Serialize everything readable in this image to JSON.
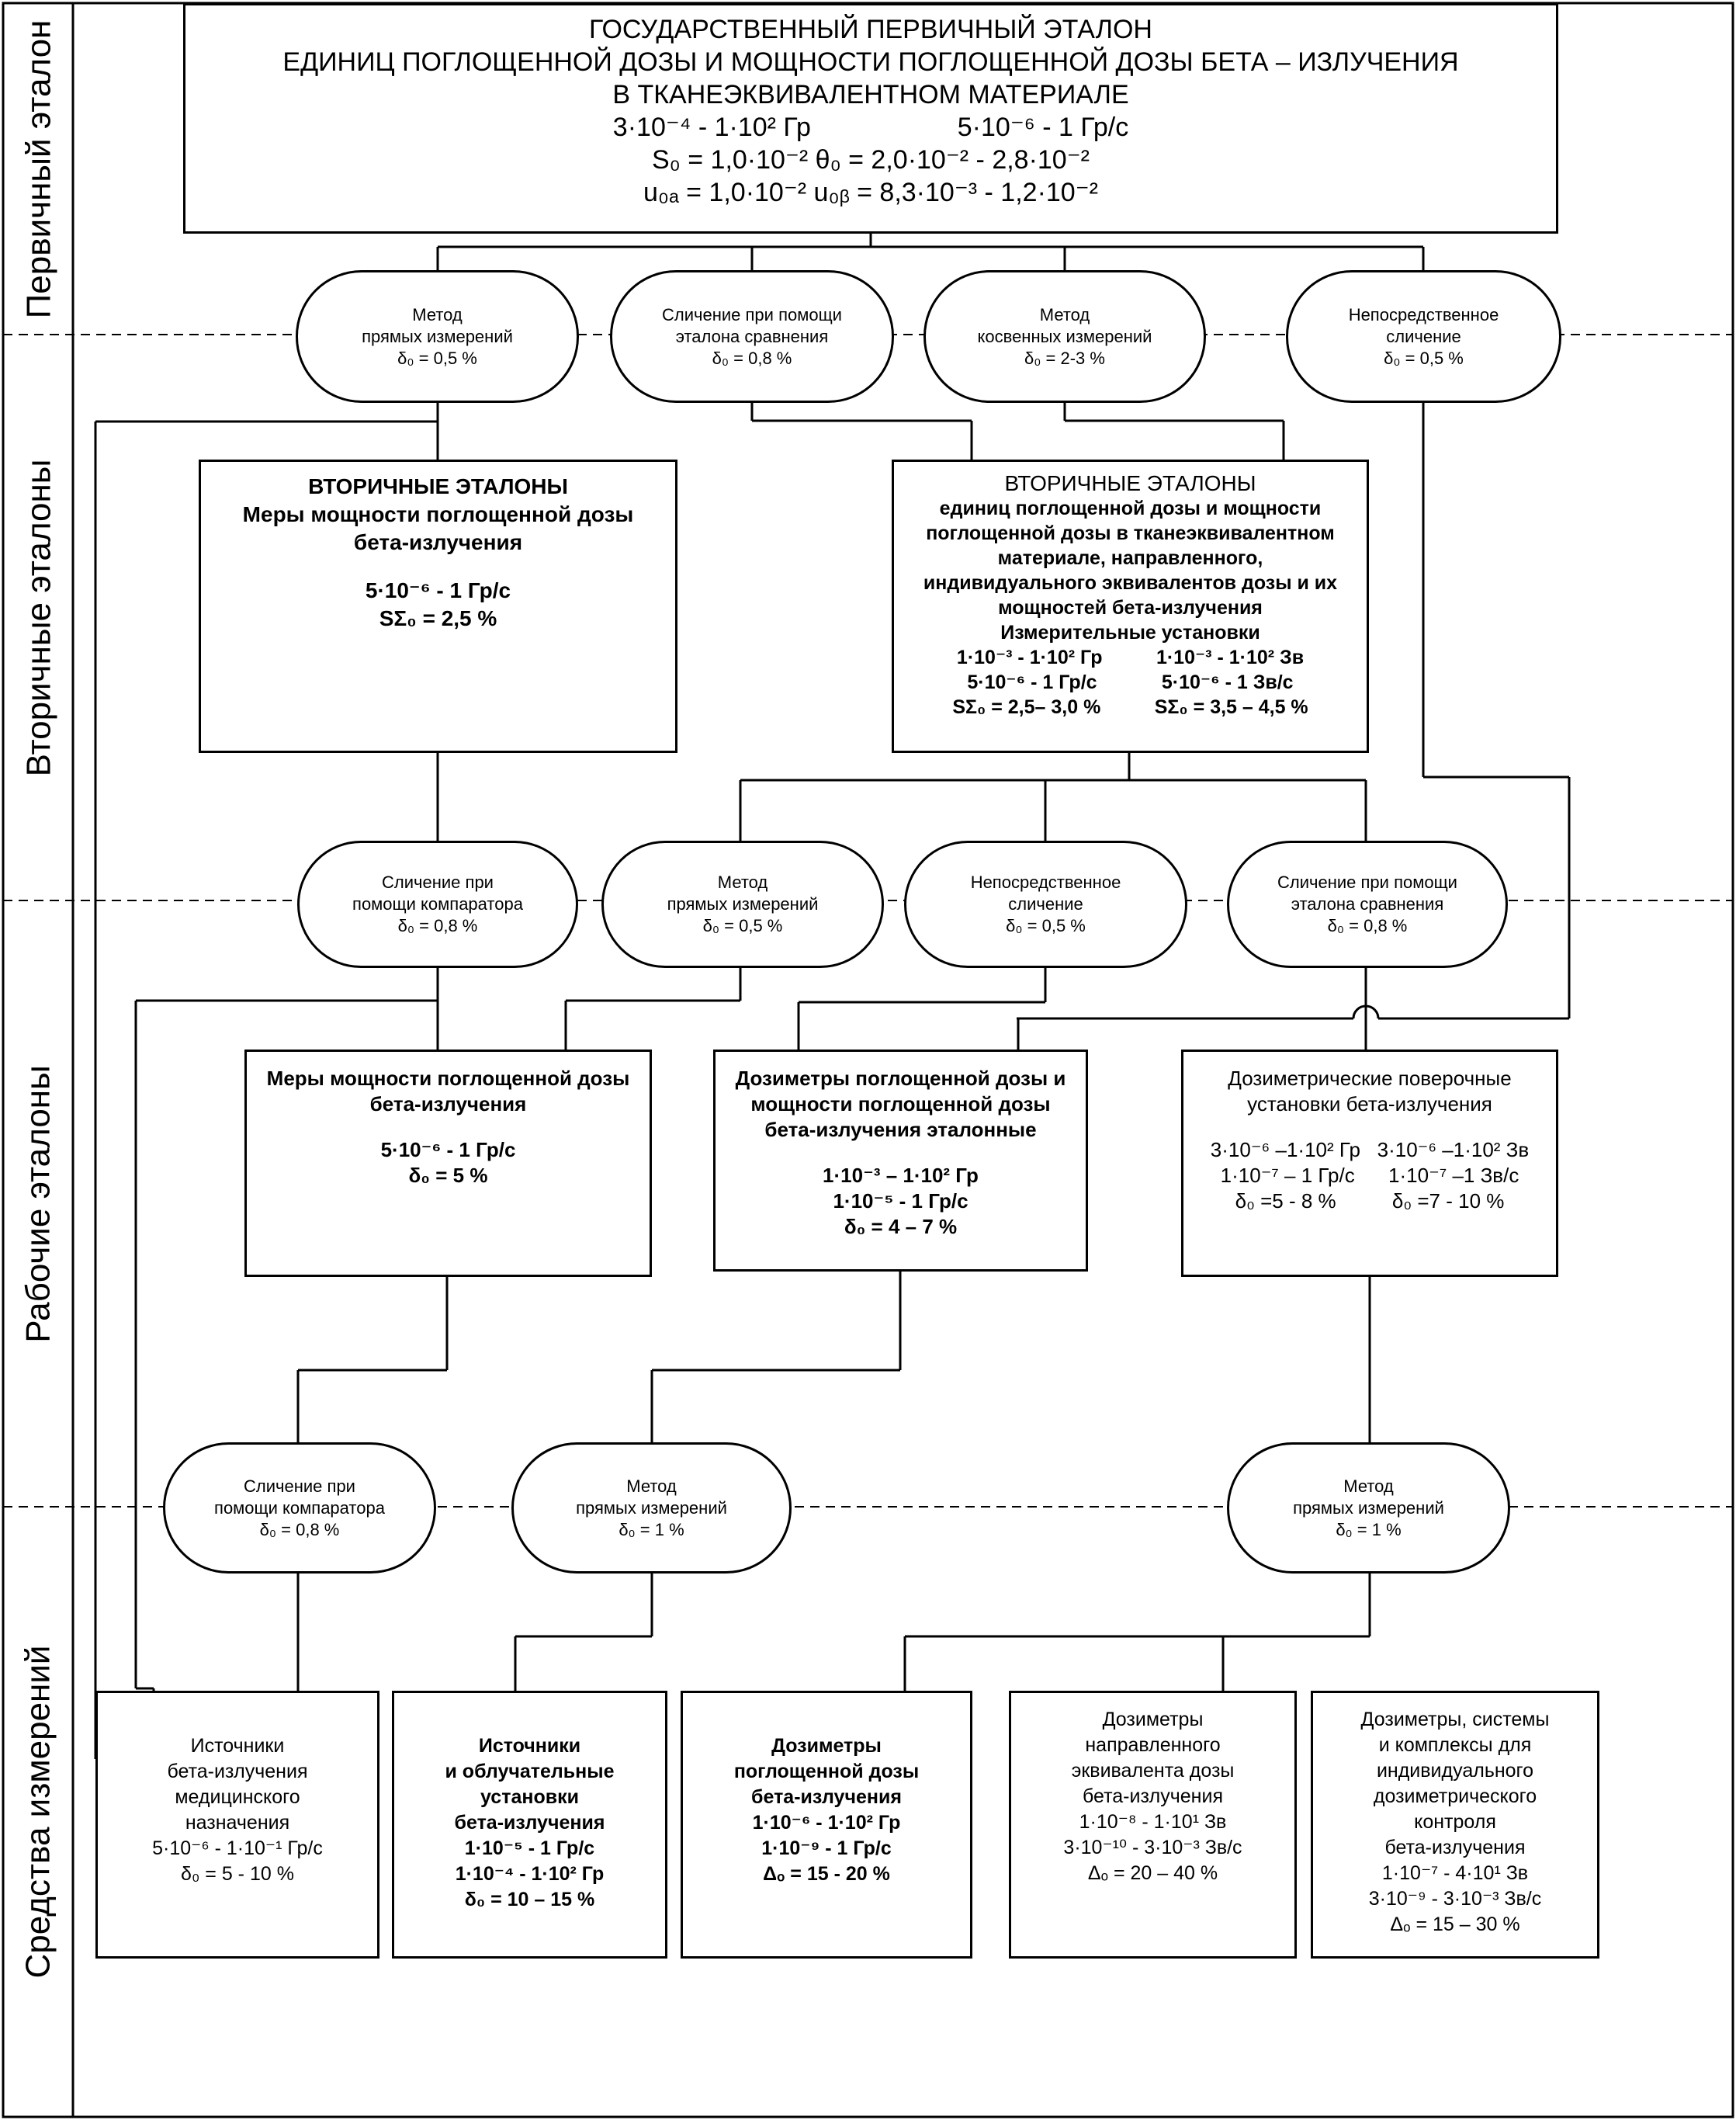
{
  "levels": {
    "primary": "Первичный эталон",
    "secondary": "Вторичные эталоны",
    "working": "Рабочие эталоны",
    "instruments": "Средства измерений"
  },
  "primary_standard": {
    "title_1": "ГОСУДАРСТВЕННЫЙ ПЕРВИЧНЫЙ ЭТАЛОН",
    "title_2": "ЕДИНИЦ ПОГЛОЩЕННОЙ ДОЗЫ И МОЩНОСТИ  ПОГЛОЩЕННОЙ ДОЗЫ БЕТА – ИЗЛУЧЕНИЯ",
    "title_3": "В ТКАНЕЭКВИВАЛЕНТНОМ МАТЕРИАЛЕ",
    "range": "3·10⁻⁴ - 1·10² Гр                    5·10⁻⁶ - 1 Гр/с",
    "s0": "S₀ = 1,0·10⁻²   θ₀ = 2,0·10⁻² - 2,8·10⁻²",
    "u": "u₀ₐ = 1,0·10⁻²   u₀ᵦ = 8,3·10⁻³ - 1,2·10⁻²"
  },
  "methods_top": [
    {
      "l1": "Метод",
      "l2": "прямых измерений",
      "l3": "δ₀ = 0,5 %"
    },
    {
      "l1": "Сличение при помощи",
      "l2": "эталона сравнения",
      "l3": "δ₀ = 0,8 %"
    },
    {
      "l1": "Метод",
      "l2": "косвенных измерений",
      "l3": "δ₀ = 2-3 %"
    },
    {
      "l1": "Непосредственное",
      "l2": "сличение",
      "l3": "δ₀ = 0,5 %"
    }
  ],
  "secondary_left": {
    "title": "ВТОРИЧНЫЕ ЭТАЛОНЫ",
    "l1": "Меры мощности поглощенной дозы",
    "l2": "бета-излучения",
    "range": "5·10⁻⁶ - 1 Гр/с",
    "s": "SΣ₀ = 2,5 %"
  },
  "secondary_right": {
    "title": "ВТОРИЧНЫЕ ЭТАЛОНЫ",
    "l1": "единиц поглощенной дозы и мощности",
    "l2": "поглощенной дозы в тканеэквивалентном",
    "l3": "материале, направленного,",
    "l4": "индивидуального эквивалентов дозы и их",
    "l5": "мощностей бета-излучения",
    "l6": "Измерительные установки",
    "r1": "1·10⁻³ - 1·10² Гр          1·10⁻³ - 1·10² Зв",
    "r2": "5·10⁻⁶ - 1 Гр/с            5·10⁻⁶ - 1 Зв/с",
    "r3": "SΣ₀ = 2,5– 3,0 %          SΣ₀ = 3,5 – 4,5 %"
  },
  "methods_mid": [
    {
      "l1": "Сличение при",
      "l2": "помощи компаратора",
      "l3": "δ₀ = 0,8 %"
    },
    {
      "l1": "Метод",
      "l2": "прямых измерений",
      "l3": "δ₀ = 0,5 %"
    },
    {
      "l1": "Непосредственное",
      "l2": "сличение",
      "l3": "δ₀ = 0,5 %"
    },
    {
      "l1": "Сличение при помощи",
      "l2": "эталона сравнения",
      "l3": "δ₀ = 0,8 %"
    }
  ],
  "working": [
    {
      "l1": "Меры мощности поглощенной дозы",
      "l2": "бета-излучения",
      "l3": "5·10⁻⁶ - 1 Гр/с",
      "l4": "δ₀ = 5  %"
    },
    {
      "l1": "Дозиметры поглощенной дозы и",
      "l2": "мощности поглощенной дозы",
      "l3": "бета-излучения эталонные",
      "l4": "1·10⁻³ – 1·10² Гр",
      "l5": "1·10⁻⁵ - 1 Гр/с",
      "l6": "δ₀ = 4 – 7 %"
    },
    {
      "l1": "Дозиметрические поверочные",
      "l2": "установки бета-излучения",
      "l3": "3·10⁻⁶ –1·10² Гр   3·10⁻⁶ –1·10² Зв",
      "l4": "1·10⁻⁷ – 1 Гр/с      1·10⁻⁷ –1 Зв/с",
      "l5": "δ₀ =5 - 8 %          δ₀ =7 - 10 %"
    }
  ],
  "methods_bottom": [
    {
      "l1": "Сличение при",
      "l2": "помощи компаратора",
      "l3": "δ₀ = 0,8 %"
    },
    {
      "l1": "Метод",
      "l2": "прямых измерений",
      "l3": "δ₀ = 1 %"
    },
    {
      "l1": "Метод",
      "l2": "прямых измерений",
      "l3": "δ₀ = 1 %"
    }
  ],
  "instruments": [
    {
      "lines": [
        "Источники",
        "бета-излучения",
        "медицинского",
        "назначения",
        "5·10⁻⁶ - 1·10⁻¹ Гр/с",
        "δ₀ = 5 - 10 %"
      ]
    },
    {
      "lines": [
        "Источники",
        "и облучательные",
        "установки",
        "бета-излучения",
        "1·10⁻⁵ - 1 Гр/с",
        "1·10⁻⁴ - 1·10² Гр",
        "δ₀ = 10 – 15 %"
      ]
    },
    {
      "lines": [
        "Дозиметры",
        "поглощенной дозы",
        "бета-излучения",
        "1·10⁻⁶ - 1·10² Гр",
        "1·10⁻⁹ - 1 Гр/с",
        "Δₒ = 15 - 20 %"
      ]
    },
    {
      "lines": [
        "Дозиметры",
        "направленного",
        "эквивалента дозы",
        "бета-излучения",
        "1·10⁻⁸ - 1·10¹ Зв",
        "3·10⁻¹⁰ - 3·10⁻³ Зв/с",
        "Δₒ = 20 – 40 %"
      ]
    },
    {
      "lines": [
        "Дозиметры, системы",
        "и комплексы для",
        "индивидуального",
        "дозиметрического",
        "контроля",
        "бета-излучения",
        "1·10⁻⁷ - 4·10¹ Зв",
        "3·10⁻⁹ - 3·10⁻³ Зв/с",
        "Δₒ = 15 – 30 %"
      ]
    }
  ]
}
